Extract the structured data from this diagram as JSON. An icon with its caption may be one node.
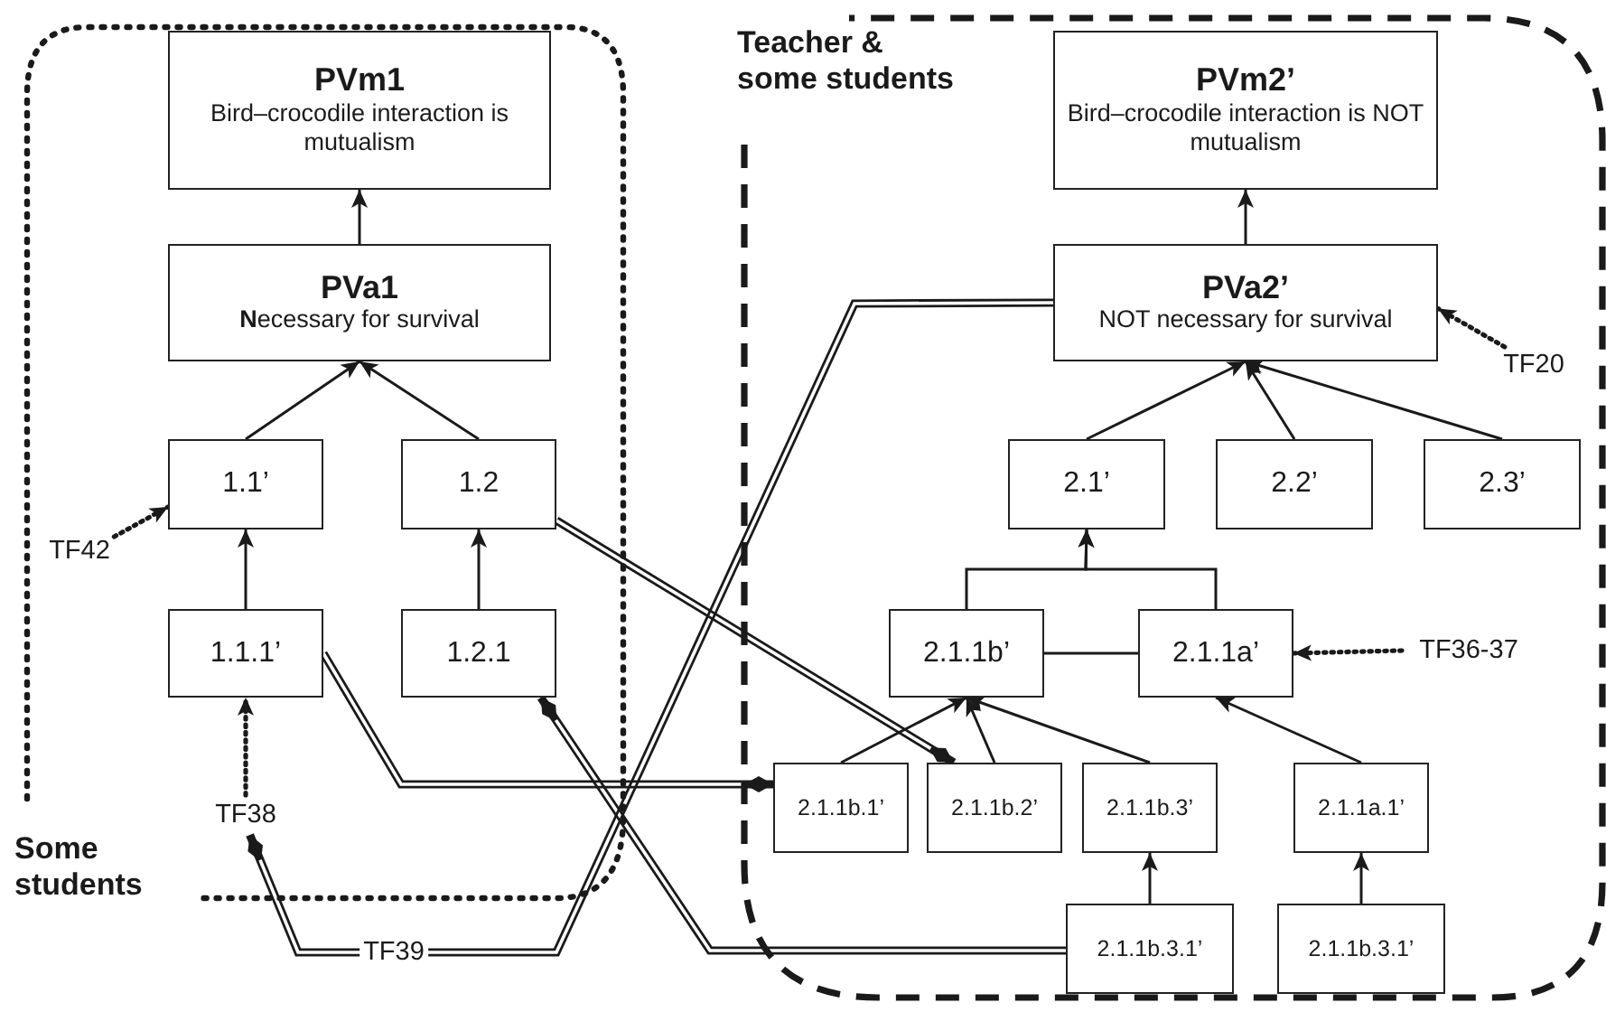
{
  "diagram": {
    "nodes": [
      {
        "text": [
          "Some students"
        ]
      },
      {
        "text": [
          "Teacher & some students"
        ]
      },
      {
        "text": [
          "PVm1",
          "Bird–crocodile interaction is mutualism"
        ],
        "in": 0
      },
      {
        "text": [
          "PVa1",
          "**N**ecessary for survival"
        ],
        "in": 0
      },
      {
        "text": [
          "1.1’"
        ],
        "in": 0
      },
      {
        "text": [
          "1.2"
        ],
        "in": 0
      },
      {
        "text": [
          "1.1.1’"
        ],
        "in": 0
      },
      {
        "text": [
          "1.2.1"
        ],
        "in": 0
      },
      {
        "text": [
          "TF42"
        ],
        "in": 0
      },
      {
        "text": [
          "TF38"
        ],
        "in": 0
      },
      {
        "text": [
          "PVm2’",
          "Bird–crocodile interaction is NOT mutualism"
        ],
        "in": 1
      },
      {
        "text": [
          "PVa2’",
          "NOT necessary for survival"
        ],
        "in": 1
      },
      {
        "text": [
          "TF20"
        ],
        "in": 1
      },
      {
        "text": [
          "2.1’"
        ],
        "in": 1
      },
      {
        "text": [
          "2.2’"
        ],
        "in": 1
      },
      {
        "text": [
          "2.3’"
        ],
        "in": 1
      },
      {
        "text": [
          "2.1.1b’"
        ],
        "in": 1
      },
      {
        "text": [
          "2.1.1a’"
        ],
        "in": 1
      },
      {
        "text": [
          "TF36-37"
        ],
        "in": 1
      },
      {
        "text": [
          "2.1.1b.1’"
        ],
        "in": 1
      },
      {
        "text": [
          "2.1.1b.2’"
        ],
        "in": 1
      },
      {
        "text": [
          "2.1.1b.3’"
        ],
        "in": 1
      },
      {
        "text": [
          "2.1.1a.1’"
        ],
        "in": 1
      },
      {
        "text": [
          "2.1.1b.3.1’"
        ],
        "in": 1
      },
      {
        "text": [
          "2.1.1b.3.1’"
        ],
        "in": 1
      }
    ],
    "edges": [
      {
        "from": 3,
        "to": 2,
        "arrow": "to"
      },
      {
        "from": 4,
        "to": 3,
        "arrow": "to"
      },
      {
        "from": 5,
        "to": 3,
        "arrow": "to"
      },
      {
        "from": 6,
        "to": 4,
        "arrow": "to"
      },
      {
        "from": 7,
        "to": 5,
        "arrow": "to"
      },
      {
        "from": 8,
        "to": 4,
        "arrow": "to",
        "style": "dashed"
      },
      {
        "from": 9,
        "to": 6,
        "arrow": "to",
        "style": "dashed"
      },
      {
        "from": 11,
        "to": 10,
        "arrow": "to"
      },
      {
        "from": 12,
        "to": 11,
        "arrow": "to",
        "style": "dashed"
      },
      {
        "from": 13,
        "to": 11,
        "arrow": "to"
      },
      {
        "from": 14,
        "to": 11,
        "arrow": "to"
      },
      {
        "from": 15,
        "to": 11,
        "arrow": "to"
      },
      {
        "from": 16,
        "to": 13,
        "arrow": "to"
      },
      {
        "from": 17,
        "to": 13,
        "arrow": "to"
      },
      {
        "from": 16,
        "to": 17,
        "arrow": "none"
      },
      {
        "from": 18,
        "to": 17,
        "arrow": "to",
        "style": "dashed"
      },
      {
        "from": 19,
        "to": 16,
        "arrow": "to"
      },
      {
        "from": 20,
        "to": 16,
        "arrow": "to"
      },
      {
        "from": 21,
        "to": 16,
        "arrow": "to"
      },
      {
        "from": 22,
        "to": 17,
        "arrow": "to"
      },
      {
        "from": 23,
        "to": 21,
        "arrow": "to"
      },
      {
        "from": 24,
        "to": 22,
        "arrow": "to"
      },
      {
        "from": 6,
        "to": 19,
        "arrow": "other",
        "style": "thick"
      },
      {
        "from": 5,
        "to": 20,
        "arrow": "other",
        "style": "thick"
      },
      {
        "from": 23,
        "to": 7,
        "arrow": "other",
        "style": "thick"
      },
      {
        "from": 11,
        "to": 9,
        "arrow": "other",
        "style": "thick",
        "label": "TF39"
      }
    ]
  }
}
